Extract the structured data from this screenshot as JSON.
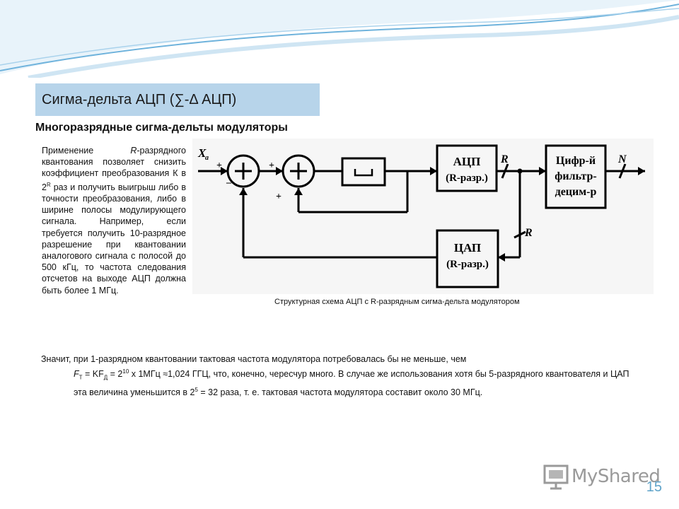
{
  "slide": {
    "title": "Сигма-дельта АЦП (∑-Δ АЦП)",
    "subtitle": "Многоразрядные сигма-дельты модуляторы",
    "number": "15",
    "accent": "#b7d4ea",
    "wave_color": "#6fb3dc"
  },
  "left_text": {
    "p1": "Применение ",
    "p1_r": "R",
    "p2": "-разрядного квантования позволяет снизить коэффициент преобразования К в 2",
    "p2_sup": "R",
    "p3": " раз и получить выигрыш либо в точности преобразования, либо в ширине полосы модулирующего сигнала. Например, если требуется получить 10-разрядное разрешение при квантовании аналогового сигнала с полосой до 500 кГц, то частота следования отсчетов на выходе АЦП должна быть более 1 МГц."
  },
  "diagram": {
    "input_label": "X",
    "input_sub": "a",
    "plus_a": "+",
    "minus": "–",
    "plus_b": "+",
    "plus_c": "+",
    "adc_line1": "АЦП",
    "adc_line2": "(R-разр.)",
    "dac_line1": "ЦАП",
    "dac_line2": "(R-разр.)",
    "filter_line1": "Цифр-й",
    "filter_line2": "фильтр-",
    "filter_line3": "децим-р",
    "bus_r1": "R",
    "bus_r2": "R",
    "bus_n": "N",
    "caption": "Структурная схема АЦП с R-разрядным сигма-дельта модулятором"
  },
  "bottom_text": {
    "line1": "Значит, при 1-разрядном квантовании тактовая частота модулятора потребовалась бы не меньше, чем",
    "f_t": "F",
    "f_t_sub": "T",
    "eq1": " = KF",
    "f_d_sub": "Д",
    "eq2": " = 2",
    "eq2_sup": "10",
    "eq3": " х 1МГц ≈1,024 ГГЦ, что, конечно, чересчур много. В случае же использования хотя бы 5-разрядного квантователя и ЦАП эта величина уменьшится в 2",
    "eq3_sup": "5",
    "eq4": " = 32 раза, т. е. тактовая частота модулятора составит около 30 МГц."
  },
  "watermark": {
    "text": "MyShared"
  }
}
